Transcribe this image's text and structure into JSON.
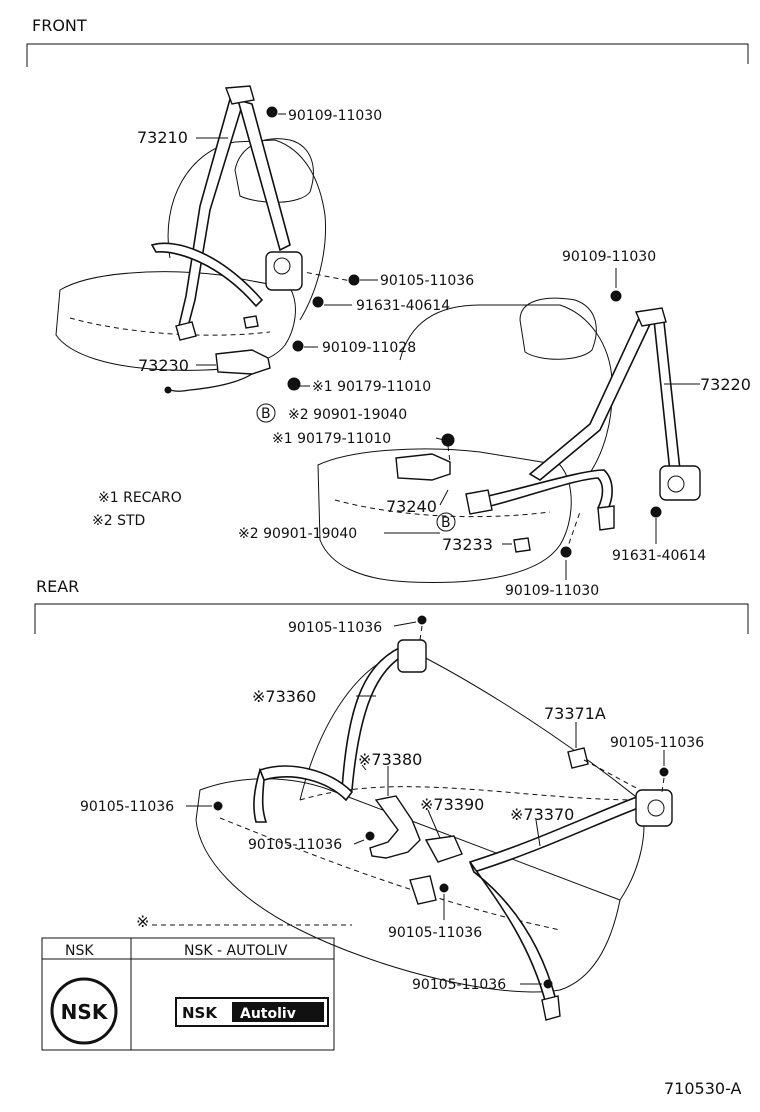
{
  "sections": {
    "front": "FRONT",
    "rear": "REAR"
  },
  "front_labels": {
    "belt_outer_left": "73210",
    "bolt_top_left": "90109-11030",
    "bolt_retractor_left": "90105-11036",
    "nut_retractor_left": "91631-40614",
    "bolt_lower_left": "90109-11028",
    "buckle_left": "73230",
    "washer_recaro_left": "※1 90179-11010",
    "bolt_std_left": "※2 90901-19040",
    "circle_b": "B",
    "bolt_top_right": "90109-11030",
    "belt_outer_right": "73220",
    "washer_recaro_right": "※1 90179-11010",
    "buckle_right": "73240",
    "bolt_std_right": "※2 90901-19040",
    "cover_right": "73233",
    "nut_retractor_right": "91631-40614",
    "bolt_lower_right": "90109-11030"
  },
  "legend": {
    "recaro": "※1 RECARO",
    "std": "※2 STD"
  },
  "rear_labels": {
    "bolt_top": "90105-11036",
    "belt_left": "※73360",
    "buckle_center": "※73380",
    "buckle_right": "※73390",
    "belt_right": "※73370",
    "bracket": "73371A",
    "bolt_right": "90105-11036",
    "bolt_left": "90105-11036",
    "bolt_center": "90105-11036",
    "bolt_center_lower": "90105-11036",
    "bolt_bottom": "90105-11036"
  },
  "table": {
    "note_mark": "※",
    "headers": [
      "NSK",
      "NSK - AUTOLIV"
    ],
    "logo_nsk": "NSK",
    "logo_nsk_autoliv_a": "NSK",
    "logo_nsk_autoliv_b": "Autoliv"
  },
  "figure_id": "710530-A"
}
